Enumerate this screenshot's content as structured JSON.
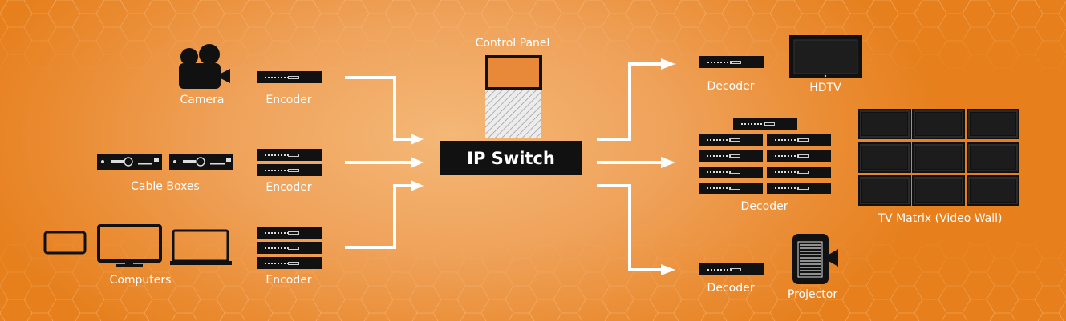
{
  "diagram": {
    "sources": {
      "camera_label": "Camera",
      "cable_boxes_label": "Cable Boxes",
      "computers_label": "Computers"
    },
    "encoders": {
      "encoder_1_label": "Encoder",
      "encoder_2_label": "Encoder",
      "encoder_3_label": "Encoder"
    },
    "control_panel_label": "Control Panel",
    "ip_switch_label": "IP Switch",
    "decoders": {
      "decoder_top_label": "Decoder",
      "decoder_mid_label": "Decoder",
      "decoder_bottom_label": "Decoder"
    },
    "displays": {
      "hdtv_label": "HDTV",
      "tv_matrix_label": "TV Matrix (Video Wall)",
      "projector_label": "Projector"
    }
  },
  "colors": {
    "background_center": "#f4b877",
    "background_edge": "#e67f1c",
    "device": "#111111",
    "control_panel_screen": "#e8893a",
    "arrow": "#ffffff"
  }
}
